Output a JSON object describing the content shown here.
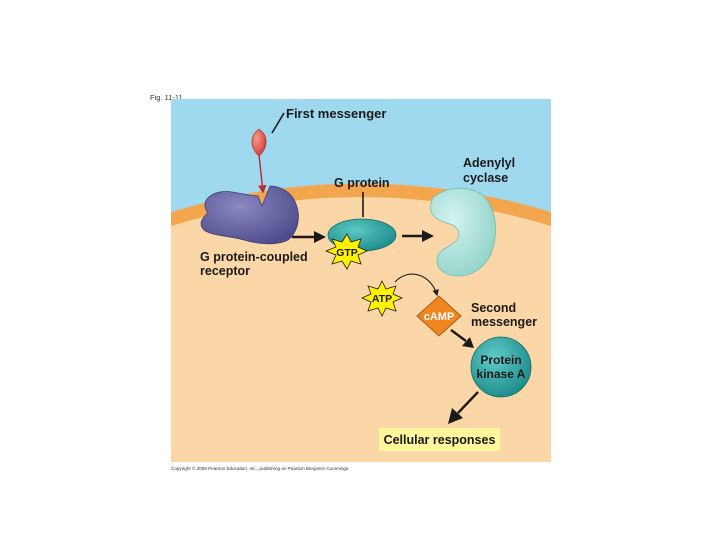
{
  "figure": {
    "fig_label": "Fig. 11-11",
    "copyright": "Copyright © 2008 Pearson Education, Inc., publishing as Pearson Benjamin Cummings."
  },
  "labels": {
    "first_messenger": "First messenger",
    "g_protein": "G protein",
    "adenylyl_cyclase_line1": "Adenylyl",
    "adenylyl_cyclase_line2": "cyclase",
    "receptor_line1": "G protein-coupled",
    "receptor_line2": "receptor",
    "gtp": "GTP",
    "atp": "ATP",
    "camp": "cAMP",
    "second_messenger_line1": "Second",
    "second_messenger_line2": "messenger",
    "protein_kinase_line1": "Protein",
    "protein_kinase_line2": "kinase A",
    "cellular_responses": "Cellular responses"
  },
  "colors": {
    "extracellular": "#9fd9f0",
    "membrane": "#f3a64e",
    "cytoplasm": "#fbd7a7",
    "receptor": "#6b69a8",
    "g_protein": "#2aa9a6",
    "adenylyl_cyclase": "#a8e0d8",
    "protein_kinase": "#2aa9a6",
    "camp": "#ef8620",
    "starburst": "#fff200",
    "first_messenger": "#e85a4f",
    "cellular_responses_box": "#fff59a"
  }
}
